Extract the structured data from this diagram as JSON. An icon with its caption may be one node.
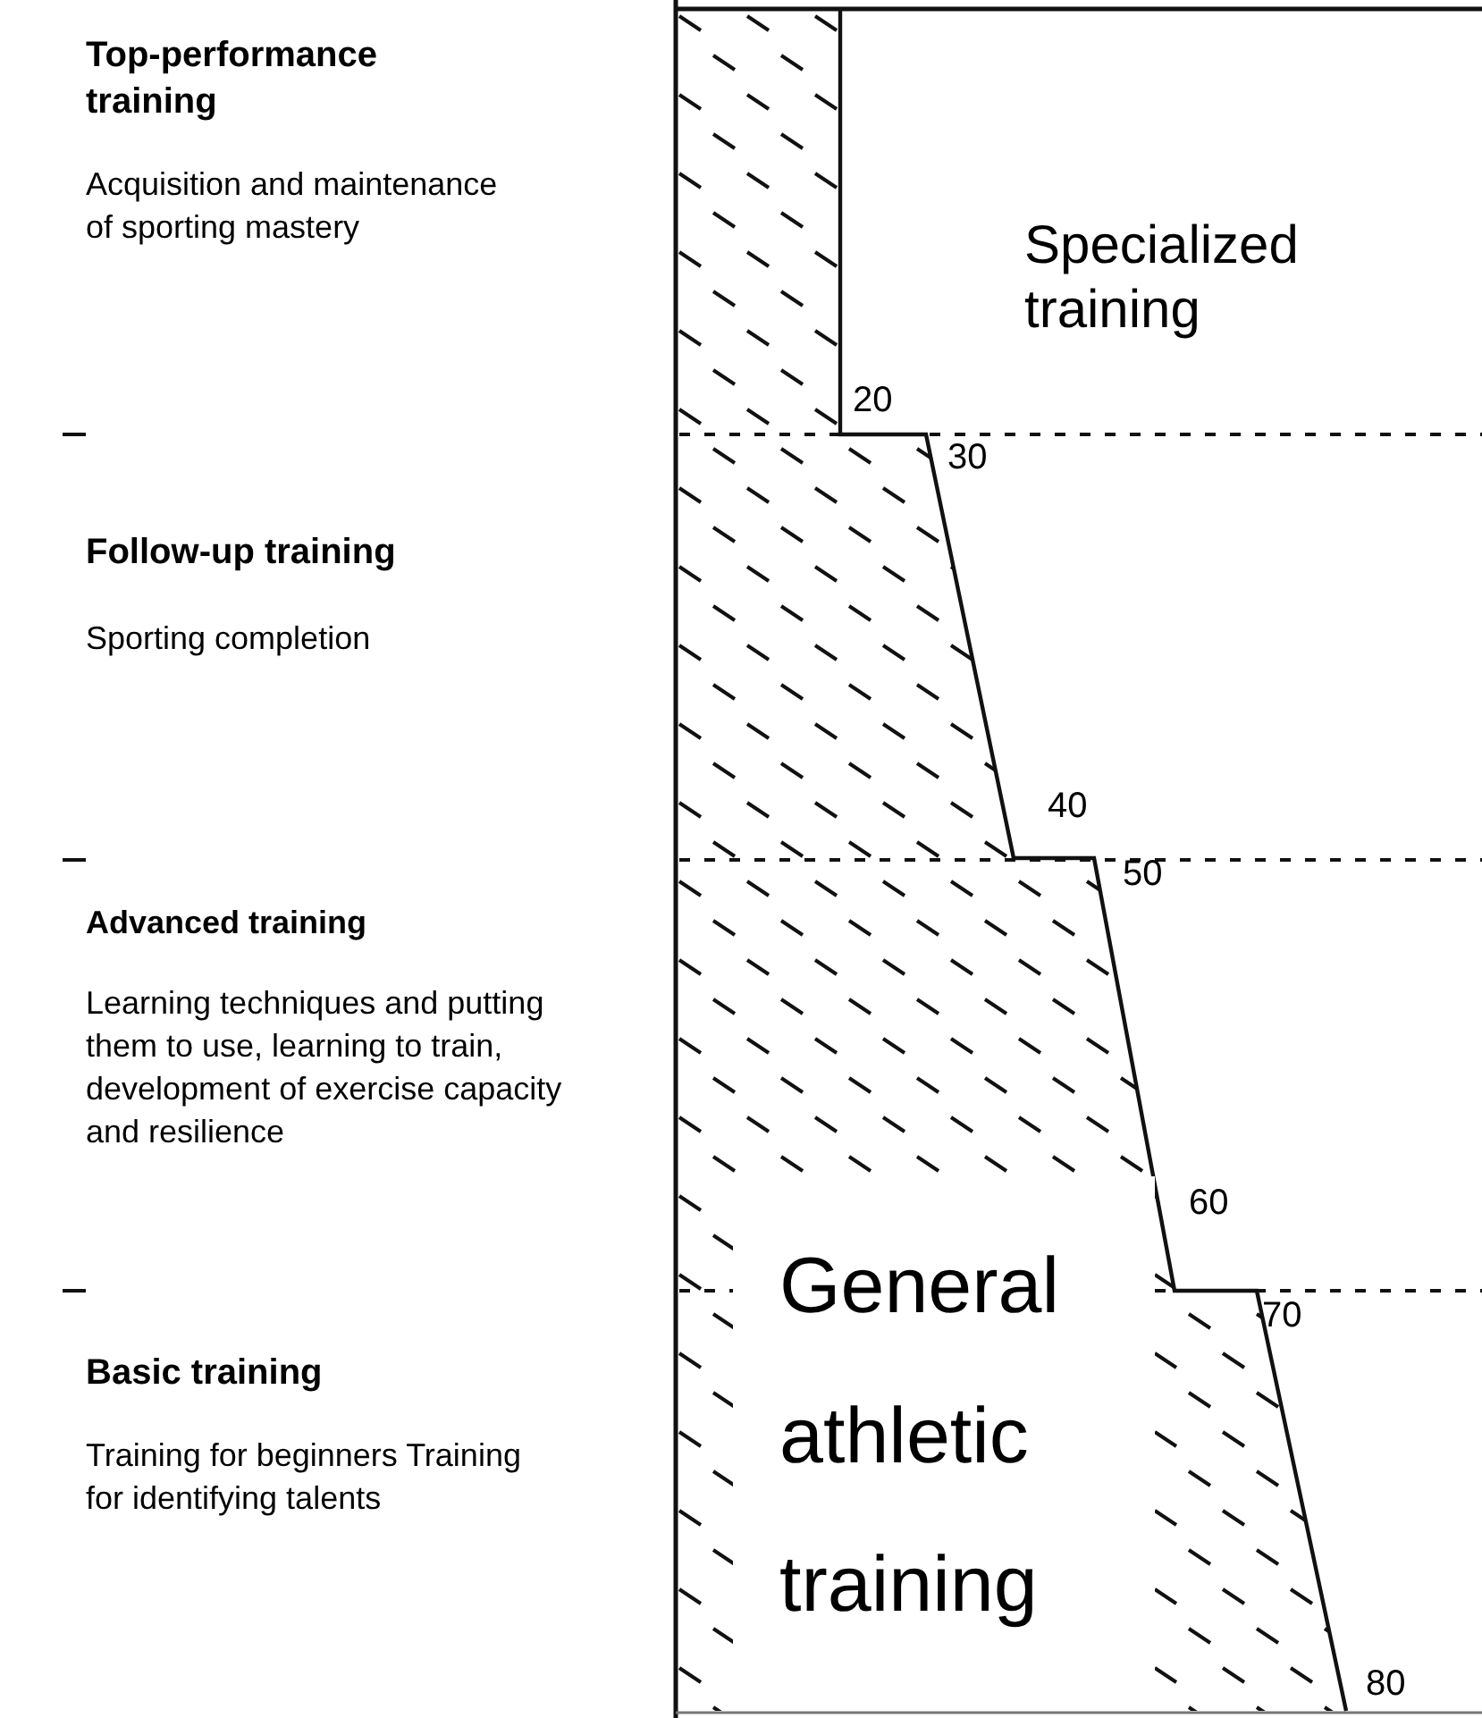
{
  "diagram": {
    "nodes": [
      {
        "text": [
          "Top-performance training",
          "Acquisition and maintenance of sporting mastery"
        ]
      },
      {
        "text": [
          "Follow-up training",
          "Sporting completion"
        ]
      },
      {
        "text": [
          "Advanced training",
          "Learning techniques and putting them to use, learning to train, development of exercise capacity and resilience"
        ]
      },
      {
        "text": [
          "Basic training",
          "Training for beginners Training for identifying talents"
        ]
      },
      {
        "text": [
          "Specialized training"
        ]
      },
      {
        "text": [
          "General athletic training"
        ]
      }
    ],
    "labels": [
      "20",
      "30",
      "40",
      "50",
      "60",
      "70",
      "80"
    ]
  }
}
